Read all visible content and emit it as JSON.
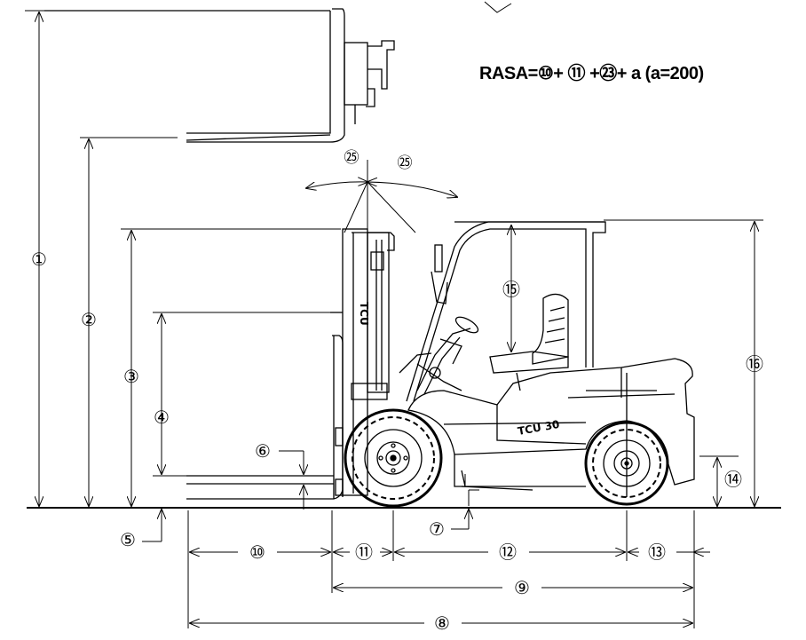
{
  "formula": "RASA=⑩+ ⑪ +㉓+ a (a=200)",
  "labels": {
    "d1": "①",
    "d2": "②",
    "d3": "③",
    "d4": "④",
    "d5": "⑤",
    "d6": "⑥",
    "d7": "⑦",
    "d8": "⑧",
    "d9": "⑨",
    "d10": "⑩",
    "d11": "⑪",
    "d12": "⑫",
    "d13": "⑬",
    "d14": "⑭",
    "d15": "⑮",
    "d16": "⑯",
    "tilt_fwd": "㉕",
    "tilt_back": "㉕"
  },
  "logo": {
    "mast": "TCU",
    "body": "TCU 30"
  }
}
